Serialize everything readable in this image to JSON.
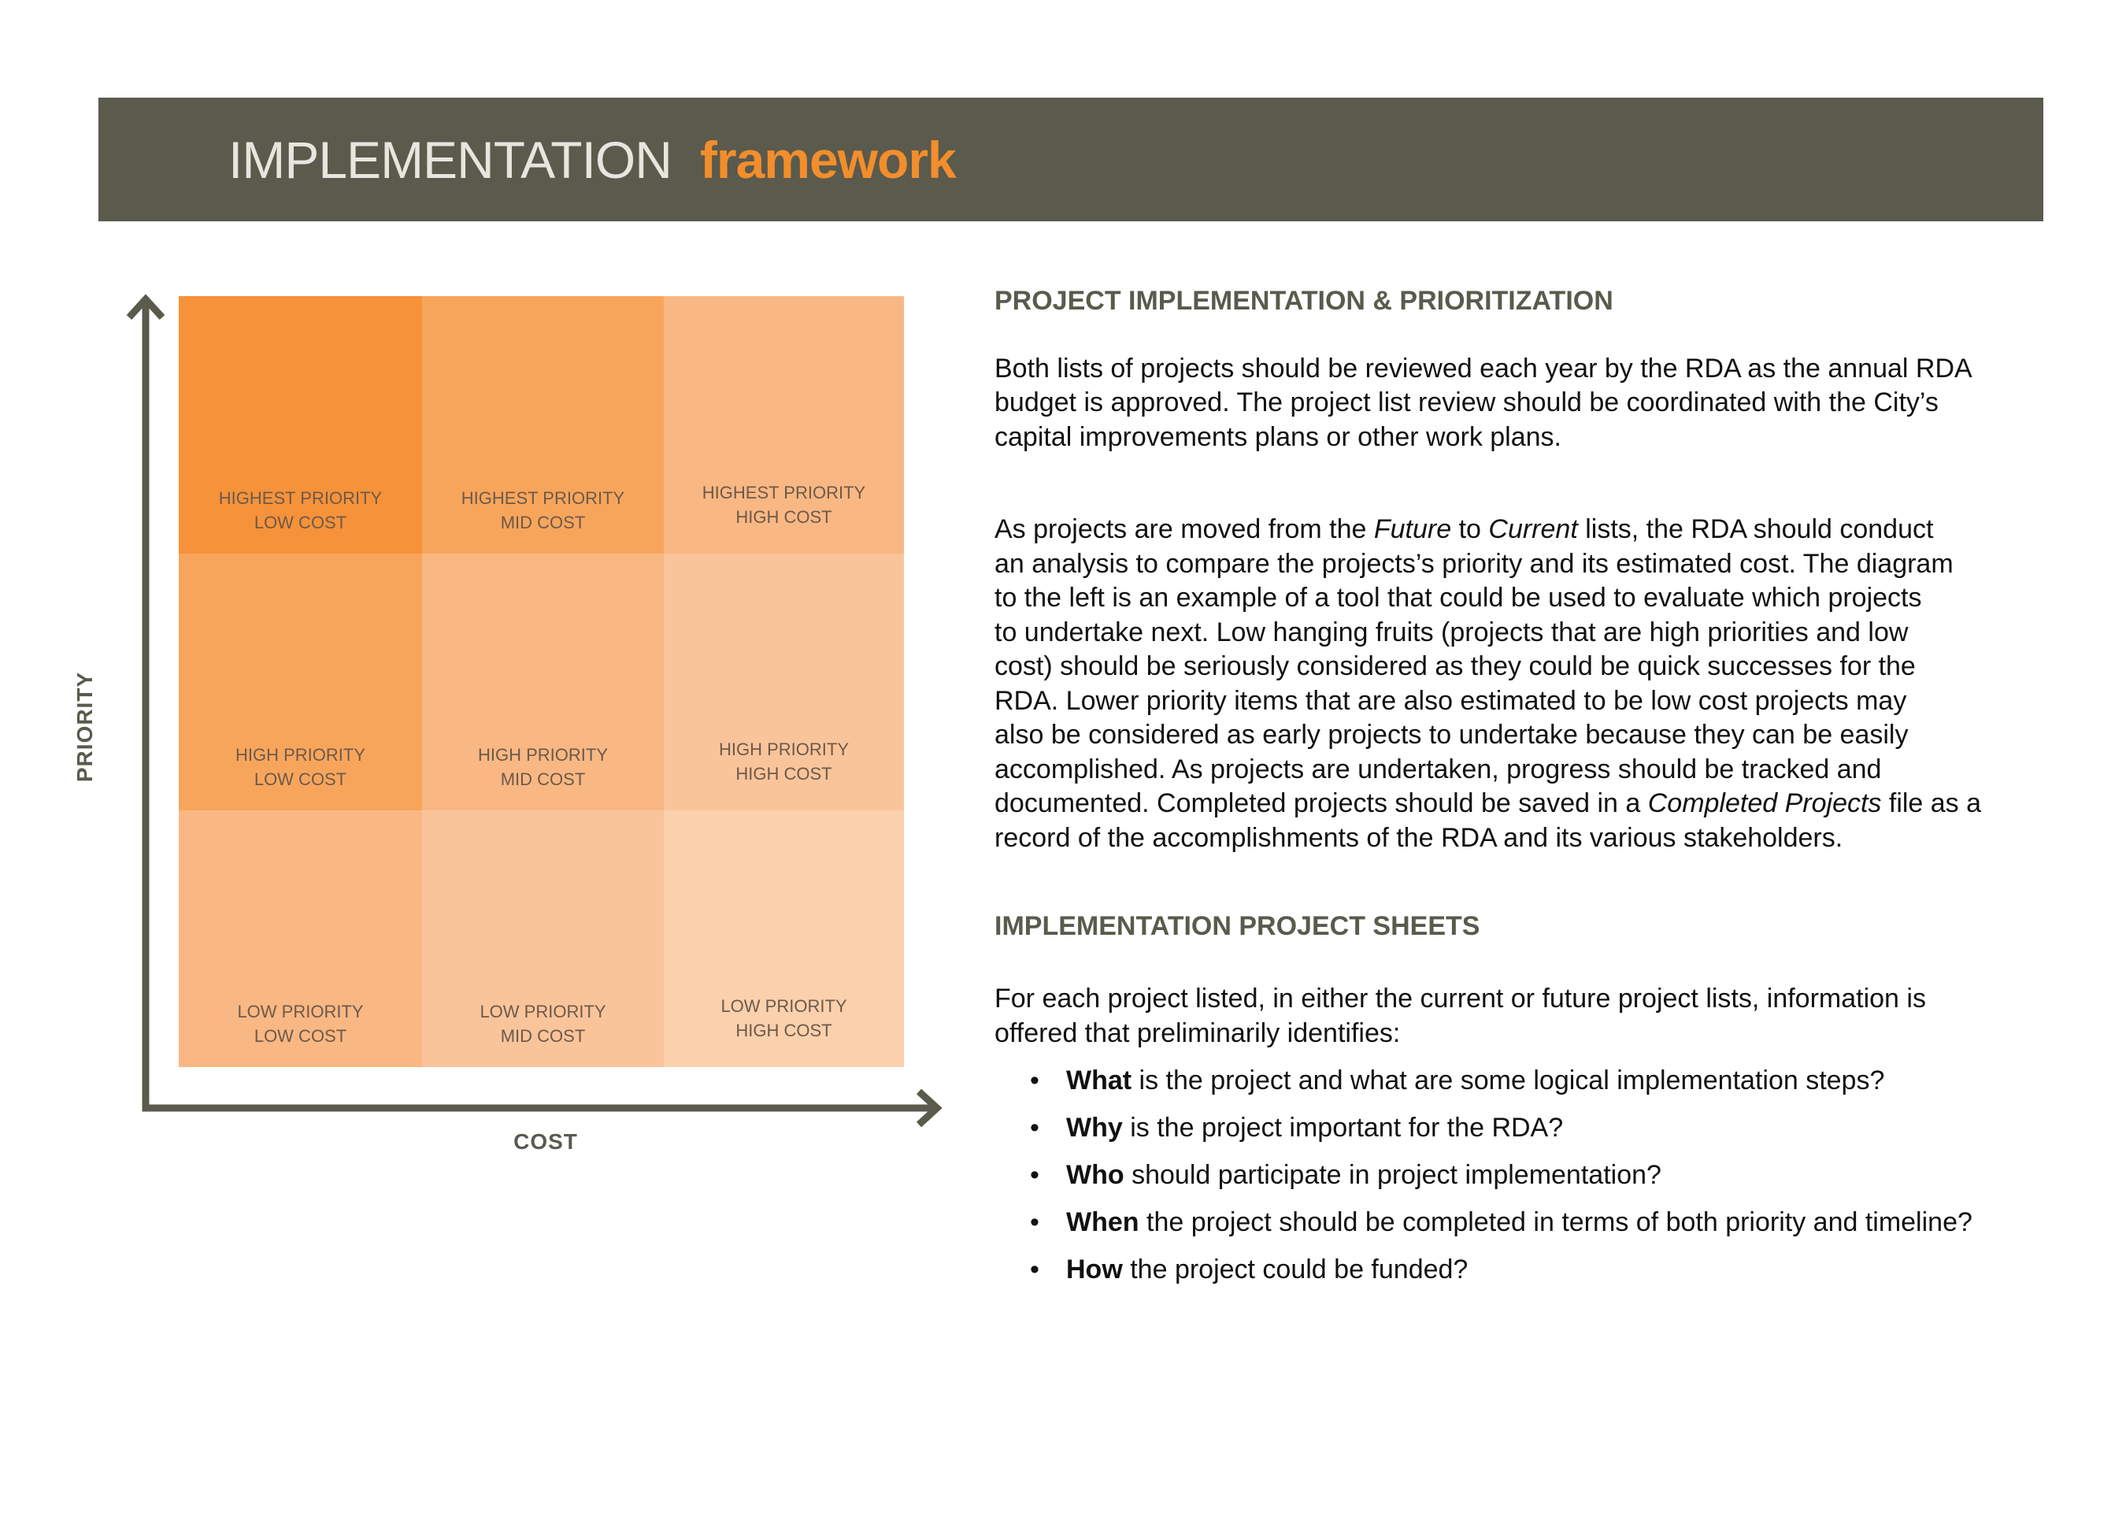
{
  "header": {
    "title_main": "IMPLEMENTATION",
    "title_accent": "framework"
  },
  "matrix": {
    "y_axis_label": "PRIORITY",
    "x_axis_label": "COST",
    "rows": [
      {
        "cells": [
          {
            "line1": "HIGHEST PRIORITY",
            "line2": "LOW COST",
            "color": "#f6923a"
          },
          {
            "line1": "HIGHEST PRIORITY",
            "line2": "MID COST",
            "color": "#f8a55c"
          },
          {
            "line1": "HIGHEST PRIORITY",
            "line2": "HIGH COST",
            "color": "#f9b783"
          }
        ]
      },
      {
        "cells": [
          {
            "line1": "HIGH PRIORITY",
            "line2": "LOW COST",
            "color": "#f8a55c"
          },
          {
            "line1": "HIGH PRIORITY",
            "line2": "MID COST",
            "color": "#f9b783"
          },
          {
            "line1": "HIGH PRIORITY",
            "line2": "HIGH COST",
            "color": "#fac49b"
          }
        ]
      },
      {
        "cells": [
          {
            "line1": "LOW PRIORITY",
            "line2": "LOW COST",
            "color": "#f9b783"
          },
          {
            "line1": "LOW PRIORITY",
            "line2": "MID COST",
            "color": "#fac49b"
          },
          {
            "line1": "LOW PRIORITY",
            "line2": "HIGH COST",
            "color": "#fbd0ac"
          }
        ]
      }
    ],
    "axis_color": "#5a5a4d"
  },
  "section1": {
    "heading": "PROJECT IMPLEMENTATION & PRIORITIZATION",
    "para1": "Both lists of projects should be reviewed each year by the RDA as the annual RDA\nbudget is approved. The project list review should be coordinated with the City’s\ncapital improvements plans or other work plans.",
    "para2": {
      "a": "As projects are moved from the ",
      "future": "Future",
      "b": " to ",
      "current": "Current",
      "c": " lists, the RDA should conduct\nan analysis to compare the projects’s priority and its estimated cost. The diagram\nto the left is an example of a tool that could be used to evaluate which projects\nto undertake next. Low hanging fruits (projects that are high priorities and low\ncost) should be seriously considered as they could be quick successes for the\nRDA. Lower priority items that are also estimated to be low cost projects may\nalso be considered as early projects to undertake because they can be easily\naccomplished. As projects are undertaken, progress should be tracked and\ndocumented. Completed projects should be saved in a ",
      "completed": "Completed Projects",
      "d": " file as a\nrecord of the accomplishments of the RDA and its various stakeholders."
    }
  },
  "section2": {
    "heading": "IMPLEMENTATION PROJECT SHEETS",
    "intro": "For each project listed, in either the current or future project lists, information is\noffered that preliminarily identifies:",
    "bullets": [
      {
        "bold": "What",
        "rest": " is the project and what are some logical implementation steps?"
      },
      {
        "bold": "Why",
        "rest": " is the project important for the RDA?"
      },
      {
        "bold": "Who",
        "rest": " should participate in project implementation?"
      },
      {
        "bold": "When",
        "rest": " the project should be completed in terms of both priority and timeline?"
      },
      {
        "bold": "How",
        "rest": " the project could be funded?"
      }
    ]
  }
}
